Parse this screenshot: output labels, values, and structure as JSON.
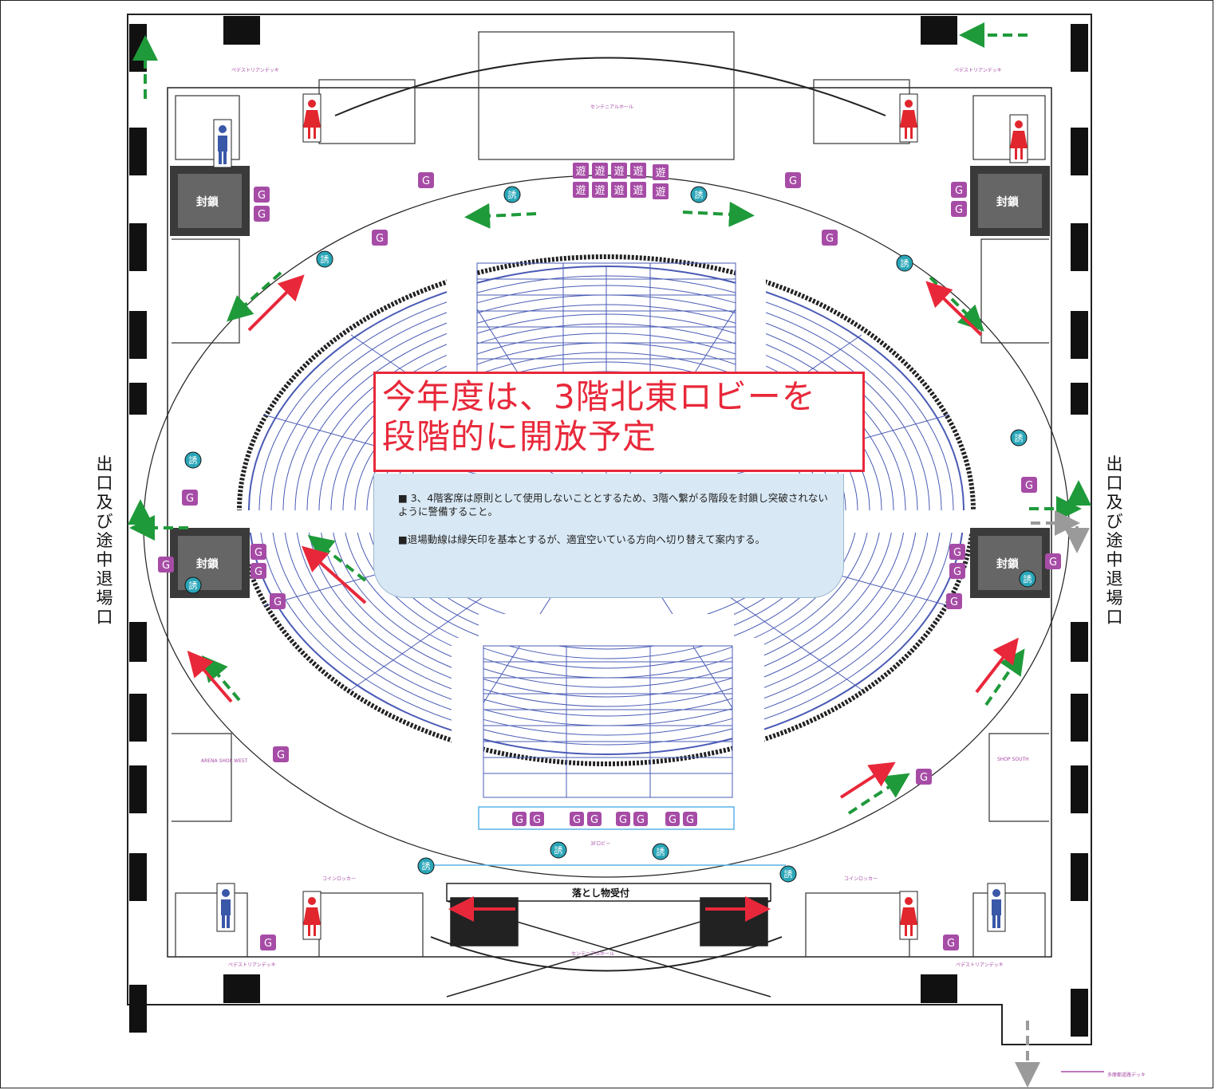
{
  "notice": {
    "line1": "今年度は、3階北東ロビーを",
    "line2": "段階的に開放予定"
  },
  "info": {
    "bullet1": "■ 3、4階客席は原則として使用しないこととするため、3階へ繋がる階段を封鎖し突破されないように警備すること。",
    "bullet2": "■退場動線は緑矢印を基本とするが、適宜空いている方向へ切り替えて案内する。"
  },
  "exit_label": "出口及び途中退場口",
  "lost_found": "落とし物受付",
  "blocked_label": "封鎖",
  "guard_label": "G",
  "usher_label": "誘",
  "play_label": "遊",
  "room_labels": {
    "centennial_hall": "センテニアルホール",
    "pedestrian_deck_nw": "ペデストリアンデッキ",
    "pedestrian_deck_ne": "ペデストリアンデッキ",
    "pedestrian_deck_sw": "ペデストリアンデッキ",
    "pedestrian_deck_se": "ペデストリアンデッキ",
    "arena_shop_west": "ARENA SHOP WEST",
    "arena_shop_south": "SHOP SOUTH",
    "coin_locker": "コインロッカー",
    "south_lobby": "3Fロビー",
    "centennial_foyer": "センテニアルホール",
    "station_deck": "多摩都道路デッキ"
  },
  "colors": {
    "seat_blue": "#4a5bb5",
    "notice_red": "#e8283a",
    "guard_magenta": "#a64ca6",
    "usher_teal": "#2aa6b8",
    "arrow_green": "#1f9a3a",
    "arrow_red": "#e8283a",
    "arrow_gray": "#9a9a9a",
    "toilet_red": "#e1262d",
    "toilet_blue": "#3a58a8",
    "star_yellow": "#f7d21b"
  },
  "legend_icons": [
    "guard-marker",
    "usher-marker",
    "play-marker",
    "blocked-stair-marker",
    "female-toilet-icon",
    "male-toilet-icon",
    "star-icon",
    "red-dot-icon",
    "yellow-diamond-icon"
  ]
}
